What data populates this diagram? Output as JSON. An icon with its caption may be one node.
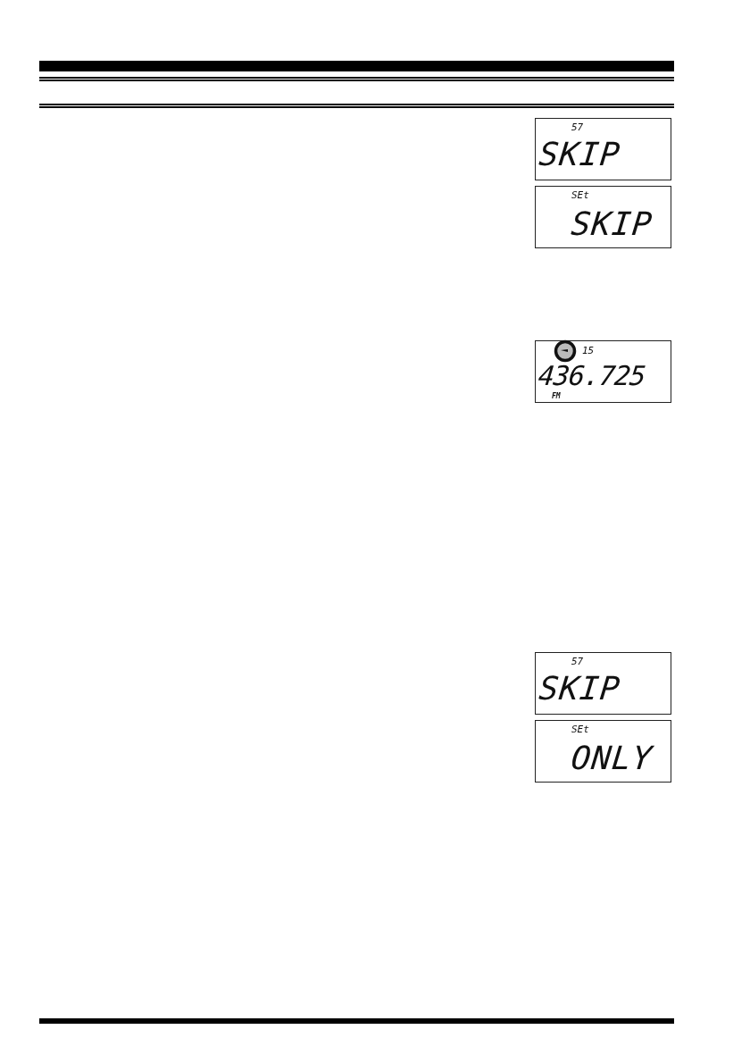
{
  "diagram": {
    "nodes": [
      {
        "text": [
          "57",
          "SKIP"
        ]
      },
      {
        "text": [
          "SEt",
          "SKIP"
        ]
      },
      {
        "text": [
          "15",
          "436.725",
          "FM"
        ]
      },
      {
        "text": [
          "57",
          "SKIP"
        ]
      },
      {
        "text": [
          "SEt",
          "ONLY"
        ]
      }
    ]
  }
}
